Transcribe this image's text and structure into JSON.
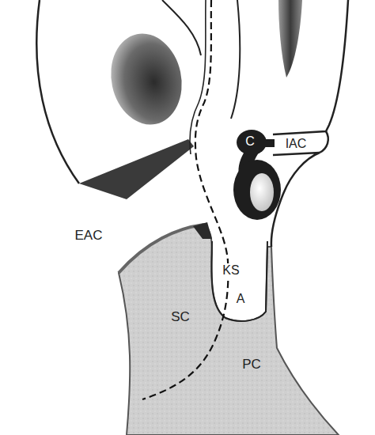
{
  "diagram": {
    "labels": [
      "C",
      "IAC",
      "EAC",
      "KS",
      "A",
      "SC",
      "PC"
    ]
  }
}
